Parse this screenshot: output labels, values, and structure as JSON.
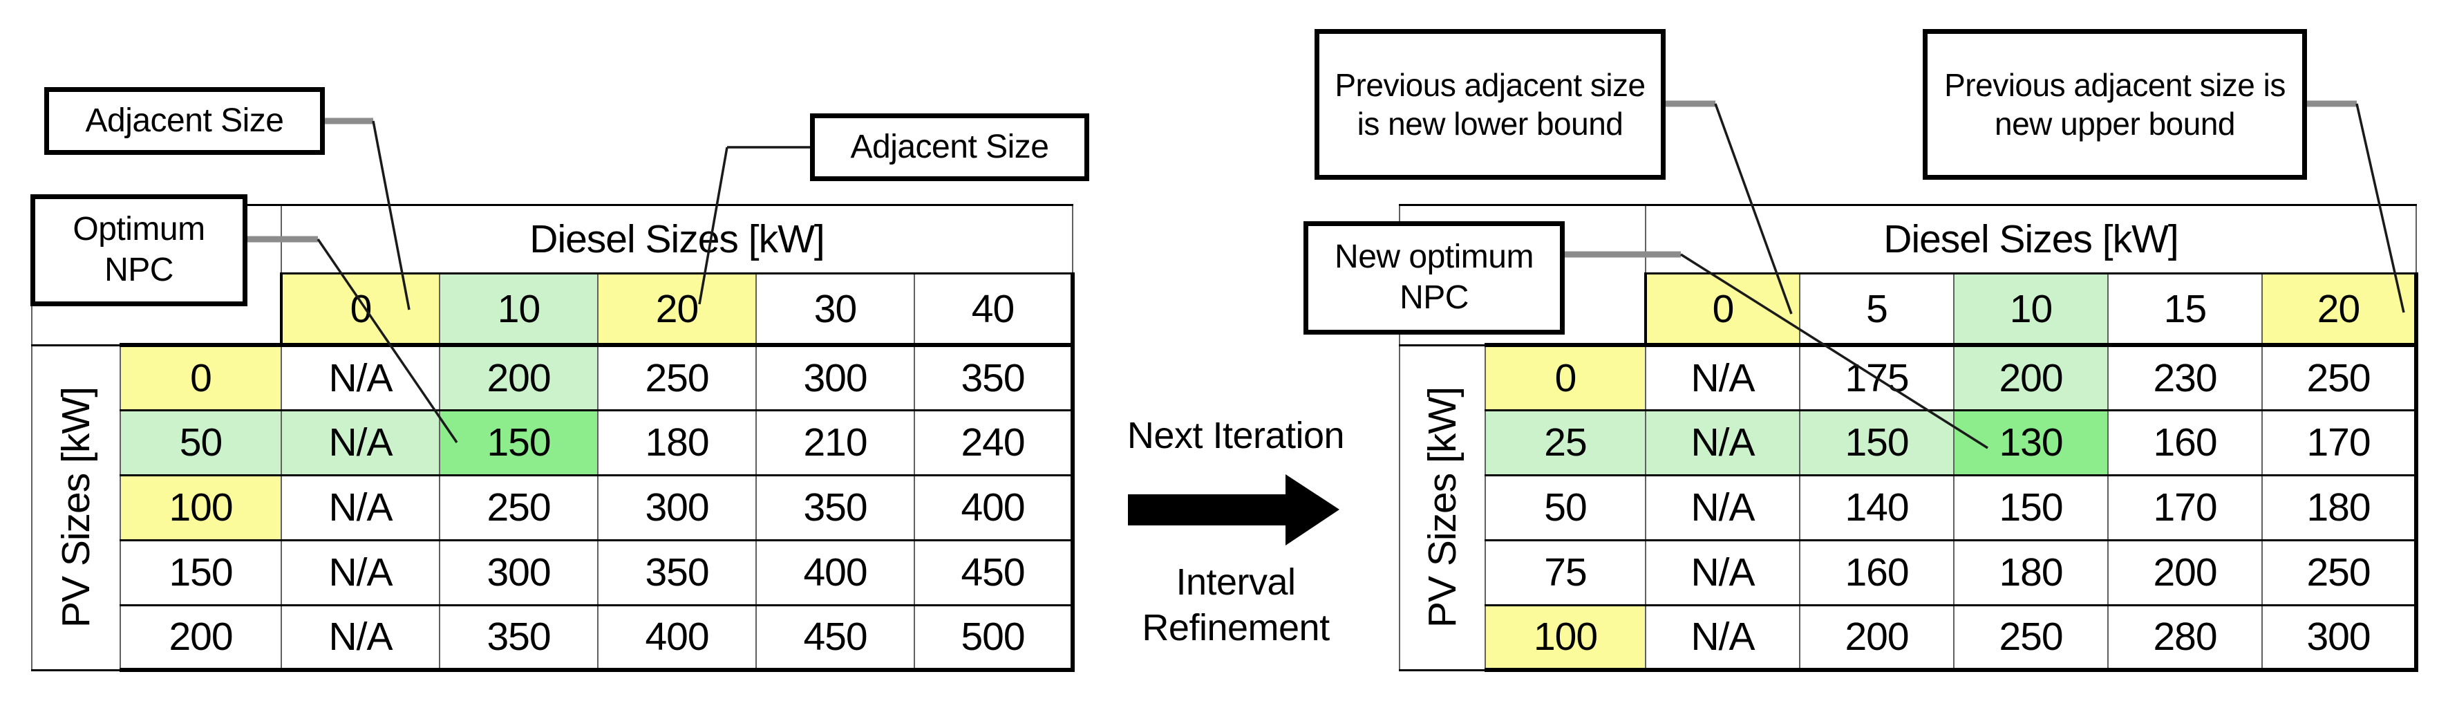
{
  "colors": {
    "yellow": "#FBFB9B",
    "light_green": "#CCF2CC",
    "mid_green": "#8DED8D",
    "connector_gray": "#8C8C8C",
    "line_black": "#1a1a1a"
  },
  "callouts": {
    "adjacent_size_left": "Adjacent Size",
    "optimum_npc": "Optimum NPC",
    "adjacent_size_right": "Adjacent Size",
    "prev_lower_bound": "Previous adjacent size is new lower bound",
    "prev_upper_bound": "Previous adjacent size is new upper bound",
    "new_optimum_npc": "New optimum NPC"
  },
  "middle": {
    "top_label": "Next Iteration",
    "bottom_label": "Interval\nRefinement"
  },
  "left_table": {
    "col_group_title": "Diesel Sizes [kW]",
    "row_group_title": "PV Sizes [kW]",
    "col_headers": [
      {
        "label": "0",
        "bg": "yellow"
      },
      {
        "label": "10",
        "bg": "light_green"
      },
      {
        "label": "20",
        "bg": "yellow"
      },
      {
        "label": "30",
        "bg": "none"
      },
      {
        "label": "40",
        "bg": "none"
      }
    ],
    "rows": [
      {
        "header": {
          "label": "0",
          "bg": "yellow"
        },
        "cells": [
          {
            "label": "N/A",
            "bg": "none"
          },
          {
            "label": "200",
            "bg": "light_green"
          },
          {
            "label": "250",
            "bg": "none"
          },
          {
            "label": "300",
            "bg": "none"
          },
          {
            "label": "350",
            "bg": "none"
          }
        ]
      },
      {
        "header": {
          "label": "50",
          "bg": "light_green"
        },
        "cells": [
          {
            "label": "N/A",
            "bg": "light_green"
          },
          {
            "label": "150",
            "bg": "mid_green"
          },
          {
            "label": "180",
            "bg": "none"
          },
          {
            "label": "210",
            "bg": "none"
          },
          {
            "label": "240",
            "bg": "none"
          }
        ]
      },
      {
        "header": {
          "label": "100",
          "bg": "yellow"
        },
        "cells": [
          {
            "label": "N/A",
            "bg": "none"
          },
          {
            "label": "250",
            "bg": "none"
          },
          {
            "label": "300",
            "bg": "none"
          },
          {
            "label": "350",
            "bg": "none"
          },
          {
            "label": "400",
            "bg": "none"
          }
        ]
      },
      {
        "header": {
          "label": "150",
          "bg": "none"
        },
        "cells": [
          {
            "label": "N/A",
            "bg": "none"
          },
          {
            "label": "300",
            "bg": "none"
          },
          {
            "label": "350",
            "bg": "none"
          },
          {
            "label": "400",
            "bg": "none"
          },
          {
            "label": "450",
            "bg": "none"
          }
        ]
      },
      {
        "header": {
          "label": "200",
          "bg": "none"
        },
        "cells": [
          {
            "label": "N/A",
            "bg": "none"
          },
          {
            "label": "350",
            "bg": "none"
          },
          {
            "label": "400",
            "bg": "none"
          },
          {
            "label": "450",
            "bg": "none"
          },
          {
            "label": "500",
            "bg": "none"
          }
        ]
      }
    ]
  },
  "right_table": {
    "col_group_title": "Diesel Sizes [kW]",
    "row_group_title": "PV Sizes [kW]",
    "col_headers": [
      {
        "label": "0",
        "bg": "yellow"
      },
      {
        "label": "5",
        "bg": "none"
      },
      {
        "label": "10",
        "bg": "light_green"
      },
      {
        "label": "15",
        "bg": "none"
      },
      {
        "label": "20",
        "bg": "yellow"
      }
    ],
    "rows": [
      {
        "header": {
          "label": "0",
          "bg": "yellow"
        },
        "cells": [
          {
            "label": "N/A",
            "bg": "none"
          },
          {
            "label": "175",
            "bg": "none"
          },
          {
            "label": "200",
            "bg": "light_green"
          },
          {
            "label": "230",
            "bg": "none"
          },
          {
            "label": "250",
            "bg": "none"
          }
        ]
      },
      {
        "header": {
          "label": "25",
          "bg": "light_green"
        },
        "cells": [
          {
            "label": "N/A",
            "bg": "light_green"
          },
          {
            "label": "150",
            "bg": "light_green"
          },
          {
            "label": "130",
            "bg": "mid_green"
          },
          {
            "label": "160",
            "bg": "none"
          },
          {
            "label": "170",
            "bg": "none"
          }
        ]
      },
      {
        "header": {
          "label": "50",
          "bg": "none"
        },
        "cells": [
          {
            "label": "N/A",
            "bg": "none"
          },
          {
            "label": "140",
            "bg": "none"
          },
          {
            "label": "150",
            "bg": "none"
          },
          {
            "label": "170",
            "bg": "none"
          },
          {
            "label": "180",
            "bg": "none"
          }
        ]
      },
      {
        "header": {
          "label": "75",
          "bg": "none"
        },
        "cells": [
          {
            "label": "N/A",
            "bg": "none"
          },
          {
            "label": "160",
            "bg": "none"
          },
          {
            "label": "180",
            "bg": "none"
          },
          {
            "label": "200",
            "bg": "none"
          },
          {
            "label": "250",
            "bg": "none"
          }
        ]
      },
      {
        "header": {
          "label": "100",
          "bg": "yellow"
        },
        "cells": [
          {
            "label": "N/A",
            "bg": "none"
          },
          {
            "label": "200",
            "bg": "none"
          },
          {
            "label": "250",
            "bg": "none"
          },
          {
            "label": "280",
            "bg": "none"
          },
          {
            "label": "300",
            "bg": "none"
          }
        ]
      }
    ]
  }
}
